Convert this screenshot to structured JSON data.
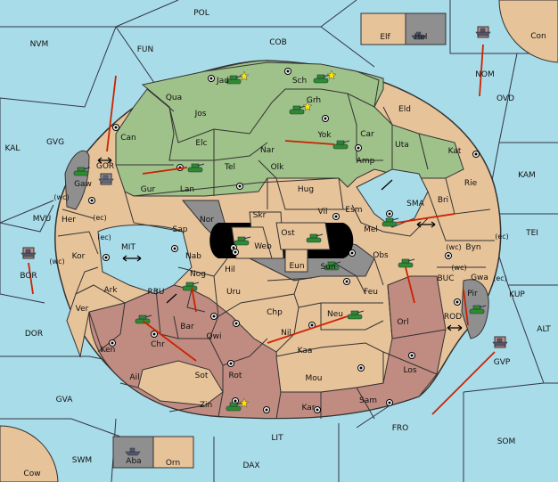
{
  "colors": {
    "sea": "#a9dce9",
    "neutral_land": "#e7c39a",
    "green_power": "#9fc18a",
    "red_power": "#c08b80",
    "gray_power": "#8f8f8f",
    "center": "#000000",
    "order_arrow": "#cc2200",
    "border": "#333333"
  },
  "icons": {
    "army": "tank-icon",
    "fleet": "ship-icon",
    "supply_center": "supply-center-dot-icon",
    "dislodged": "star-icon"
  },
  "sea_regions": {
    "pol": "POL",
    "nvm": "NVM",
    "fun": "FUN",
    "cob": "COB",
    "nom": "NOM",
    "con": "Con",
    "ovd": "OVD",
    "kal": "KAL",
    "gvg": "GVG",
    "gor": "GOR",
    "kam": "KAM",
    "mvu": "MVU",
    "tei": "TEI",
    "mit": "MIT",
    "bor": "BOR",
    "sma": "SMA",
    "dor": "DOR",
    "rbu": "RBU",
    "buc": "BUC",
    "kup": "KUP",
    "rod": "ROD",
    "alt": "ALT",
    "gvp": "GVP",
    "gva": "GVA",
    "fro": "FRO",
    "som": "SOM",
    "lit": "LIT",
    "swm": "SWM",
    "dax": "DAX",
    "cow": "Cow"
  },
  "land_regions": {
    "elf": "Elf",
    "hel": "Hel",
    "jad": "Jad",
    "sch": "Sch",
    "qua": "Qua",
    "jos": "Jos",
    "grh": "Grh",
    "eld": "Eld",
    "can": "Can",
    "elc": "Elc",
    "nar": "Nar",
    "yok": "Yok",
    "car": "Car",
    "uta": "Uta",
    "kat": "Kat",
    "gaw": "Gaw",
    "gur": "Gur",
    "tel": "Tel",
    "olk": "Olk",
    "amp": "Amp",
    "lan": "Lan",
    "hug": "Hug",
    "rie": "Rie",
    "bri": "Bri",
    "her": "Her",
    "nor": "Nor",
    "skr": "Skr",
    "vil": "Vil",
    "esm": "Esm",
    "ost": "Ost",
    "sap": "Sap",
    "web": "Web",
    "mel": "Mel",
    "kor": "Kor",
    "byn": "Byn",
    "nab": "Nab",
    "eun": "Eun",
    "sun": "Sun",
    "obs": "Obs",
    "gwa": "Gwa",
    "hil": "Hil",
    "nog": "Nog",
    "ark": "Ark",
    "uru": "Uru",
    "feu": "Feu",
    "pir": "Pir",
    "ver": "Ver",
    "chp": "Chp",
    "neu": "Neu",
    "bar": "Bar",
    "orl": "Orl",
    "qwi": "Qwi",
    "nil": "Nil",
    "ken": "Ken",
    "chr": "Chr",
    "kaa": "Kaa",
    "sot": "Sot",
    "rot": "Rot",
    "los": "Los",
    "ail": "Ail",
    "mou": "Mou",
    "sam": "Sam",
    "zin": "Zin",
    "kar": "Kar",
    "aba": "Aba",
    "orn": "Orn"
  },
  "coast_tags": {
    "her_wc": "(wc)",
    "her_ec": "(ec)",
    "kor_ec": "(ec)",
    "kor_wc": "(wc)",
    "byn_wc": "(wc)",
    "byn_ec": "(ec)",
    "gwa_wc": "(wc)",
    "gwa_ec": "(ec)"
  }
}
